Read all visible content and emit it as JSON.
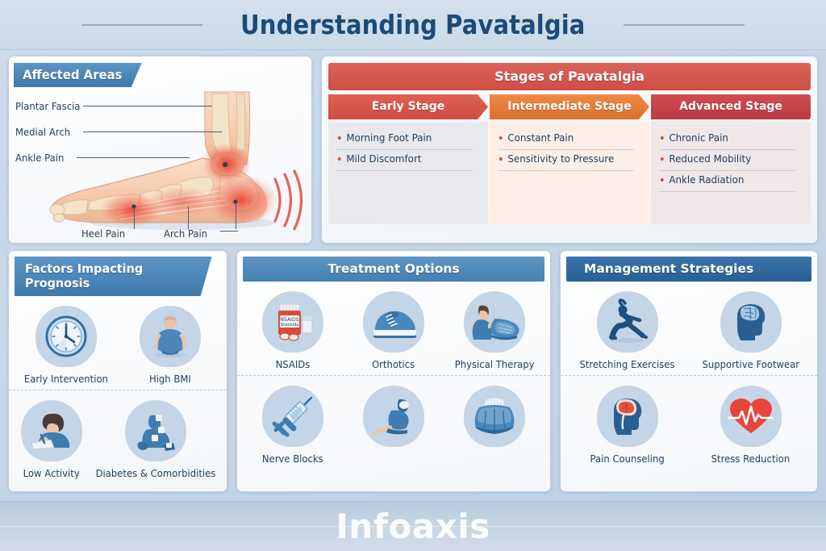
{
  "page_title": "Understanding Pavatalgia",
  "colors": {
    "background": "#c6d6e7",
    "title_text": "#1d4a77",
    "banner_blue": "#3f79ad",
    "bar_blue": "#4480b3",
    "bar_blue_dark": "#275f95",
    "stage_header_red": "#cf4f46",
    "early_stage": "#d4564c",
    "intermediate_stage": "#e07838",
    "advanced_stage": "#c4414a",
    "bullet_red": "#cc4a40",
    "icon_bubble": "#c3d5e6",
    "body_text": "#23415f",
    "heart_red": "#e8453c",
    "pain_red": "#e2543f"
  },
  "affected_areas": {
    "banner_label": "Affected Areas",
    "annotations_left": [
      {
        "label": "Plantar Fascia"
      },
      {
        "label": "Medial Arch"
      },
      {
        "label": "Ankle Pain"
      }
    ],
    "annotations_bottom": [
      {
        "label": "Heel Pain"
      },
      {
        "label": "Arch Pain"
      }
    ]
  },
  "stages": {
    "title": "Stages of Pavatalgia",
    "columns": [
      {
        "header": "Early Stage",
        "header_color": "#d4564c",
        "body_color": "#e9e9ed",
        "items": [
          "Morning Foot Pain",
          "Mild Discomfort"
        ]
      },
      {
        "header": "Intermediate Stage",
        "header_color": "#e07838",
        "body_color": "#fdeee7",
        "items": [
          "Constant Pain",
          "Sensitivity to Pressure"
        ]
      },
      {
        "header": "Advanced Stage",
        "header_color": "#c4414a",
        "body_color": "#f0e7e9",
        "items": [
          "Chronic Pain",
          "Reduced Mobility",
          "Ankle Radiation"
        ]
      }
    ]
  },
  "factors": {
    "title": "Factors Impacting Prognosis",
    "items": [
      {
        "label": "Early Intervention",
        "icon": "clock-icon"
      },
      {
        "label": "High BMI",
        "icon": "overweight-person-icon"
      },
      {
        "label": "Low Activity",
        "icon": "sedentary-person-icon"
      },
      {
        "label": "Diabetes & Comorbidities",
        "icon": "seated-patient-icon"
      }
    ]
  },
  "treatment": {
    "title": "Treatment Options",
    "items": [
      {
        "label": "NSAIDs",
        "icon": "pill-bottle-icon",
        "bottle_line1": "NSAIDS",
        "bottle_line2": "Steroids"
      },
      {
        "label": "Orthotics",
        "icon": "shoe-icon"
      },
      {
        "label": "Physical Therapy",
        "icon": "therapist-insole-icon"
      },
      {
        "label": "Nerve Blocks",
        "icon": "syringe-icon"
      },
      {
        "label": "",
        "icon": "stretching-patient-icon"
      },
      {
        "label": "",
        "icon": "ice-pack-icon"
      }
    ]
  },
  "management": {
    "title": "Management Strategies",
    "items": [
      {
        "label": "Stretching Exercises",
        "icon": "stretch-pose-icon"
      },
      {
        "label": "Supportive Footwear",
        "icon": "head-brain-icon"
      },
      {
        "label": "Pain Counseling",
        "icon": "head-pain-brain-icon"
      },
      {
        "label": "Stress Reduction",
        "icon": "heart-ecg-icon"
      }
    ]
  },
  "footer": {
    "watermark": "Infoaxis"
  }
}
